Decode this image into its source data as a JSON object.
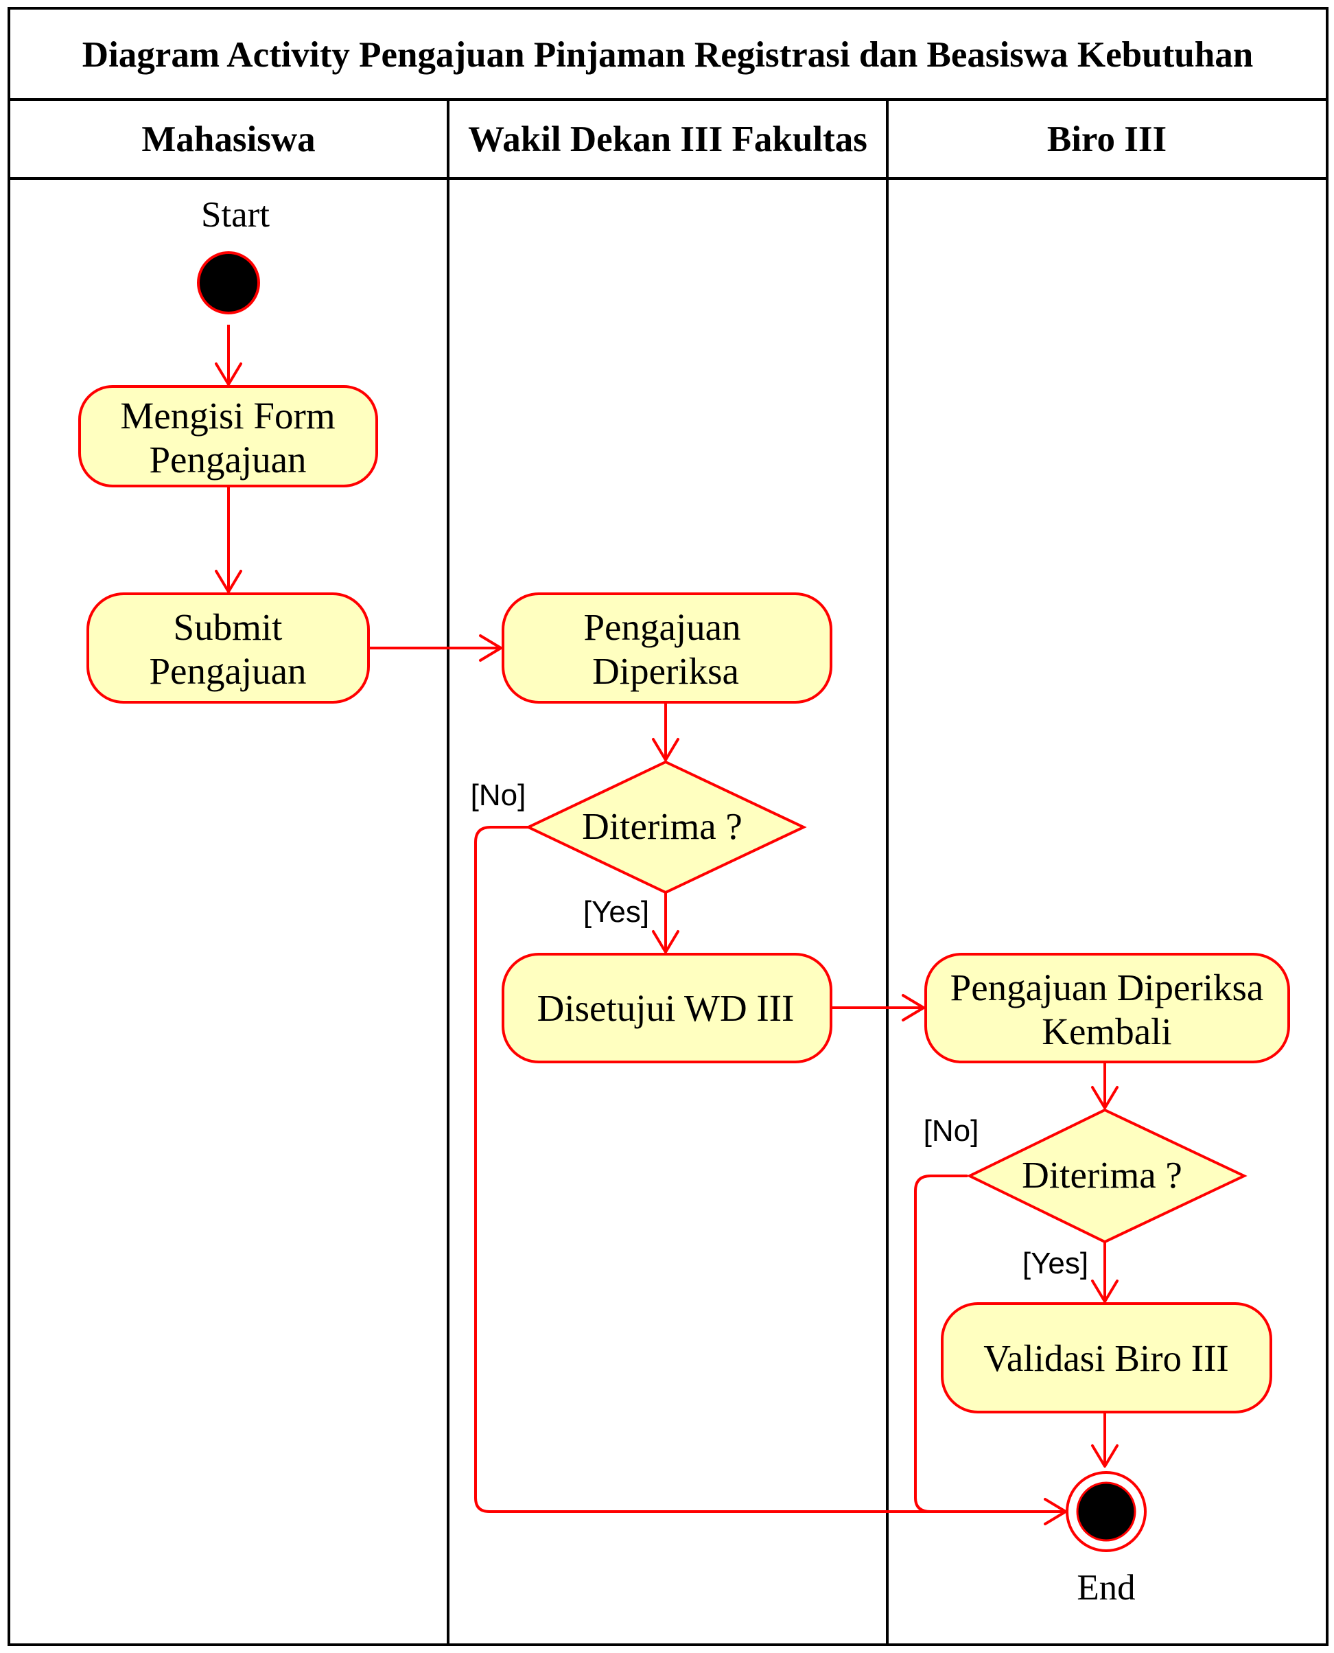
{
  "title": "Diagram Activity Pengajuan Pinjaman Registrasi dan Beasiswa Kebutuhan",
  "lanes": [
    {
      "label": "Mahasiswa"
    },
    {
      "label": "Wakil Dekan III Fakultas"
    },
    {
      "label": "Biro III"
    }
  ],
  "start_label": "Start",
  "end_label": "End",
  "activities": {
    "mengisi_form": [
      "Mengisi Form",
      "Pengajuan"
    ],
    "submit": [
      "Submit",
      "Pengajuan"
    ],
    "diperiksa": [
      "Pengajuan",
      "Diperiksa"
    ],
    "disetujui": "Disetujui WD III",
    "diperiksa_kembali": [
      "Pengajuan Diperiksa",
      "Kembali"
    ],
    "validasi": "Validasi Biro III"
  },
  "decisions": {
    "wd": {
      "label": "Diterima ?",
      "no": "[No]",
      "yes": "[Yes]"
    },
    "biro": {
      "label": "Diterima ?",
      "no": "[No]",
      "yes": "[Yes]"
    }
  },
  "colors": {
    "activity_fill": "#ffffc0",
    "line": "#ff0000",
    "frame": "#000000"
  }
}
